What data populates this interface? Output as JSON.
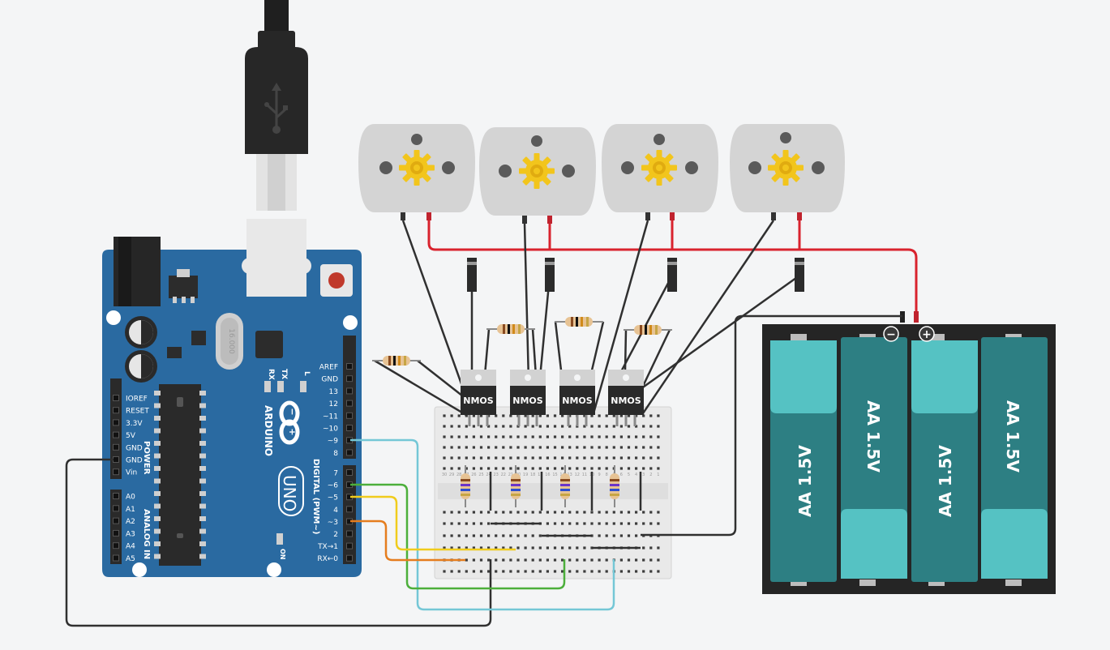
{
  "arduino": {
    "brand": "ARDUINO",
    "model": "UNO",
    "usb_icon": "usb-icon",
    "power_header_title": "POWER",
    "analog_header_title": "ANALOG IN",
    "digital_header_title": "DIGITAL (PWM~)",
    "power_pins": [
      "IOREF",
      "RESET",
      "3.3V",
      "5V",
      "GND",
      "GND",
      "Vin"
    ],
    "analog_pins": [
      "A0",
      "A1",
      "A2",
      "A3",
      "A4",
      "A5"
    ],
    "digital_top_pins": [
      "AREF",
      "GND",
      "13",
      "12",
      "~11",
      "~10",
      "~9",
      "8"
    ],
    "digital_bottom_pins": [
      "7",
      "~6",
      "~5",
      "4",
      "~3",
      "2",
      "TX→1",
      "RX←0"
    ],
    "led_labels": [
      "RX",
      "TX",
      "L"
    ],
    "on_label": "ON",
    "crystal_text": "16.000"
  },
  "mosfets": [
    {
      "label": "NMOS"
    },
    {
      "label": "NMOS"
    },
    {
      "label": "NMOS"
    },
    {
      "label": "NMOS"
    }
  ],
  "battery_pack": {
    "minus_symbol": "−",
    "plus_symbol": "+",
    "cells": [
      {
        "label": "AA 1.5V"
      },
      {
        "label": "AA 1.5V"
      },
      {
        "label": "AA 1.5V"
      },
      {
        "label": "AA 1.5V"
      }
    ]
  },
  "breadboard": {
    "col_numbers": [
      "30",
      "29",
      "28",
      "27",
      "26",
      "25",
      "24",
      "23",
      "22",
      "21",
      "20",
      "19",
      "18",
      "17",
      "16",
      "15",
      "14",
      "13",
      "12",
      "11",
      "10",
      "9",
      "8",
      "7",
      "6",
      "5",
      "4",
      "3",
      "2",
      "1"
    ]
  },
  "colors": {
    "board": "#2a6aa1",
    "wire_red": "#d9232e",
    "wire_black": "#303030",
    "wire_cyan": "#74c7d6",
    "wire_green": "#4caf3b",
    "wire_yellow": "#f0cc1c",
    "wire_orange": "#e57d1e",
    "motor_body": "#d3d3d3",
    "gear": "#f2c51c",
    "battery_cell": "#2d7f83",
    "battery_end": "#55c2c3"
  }
}
